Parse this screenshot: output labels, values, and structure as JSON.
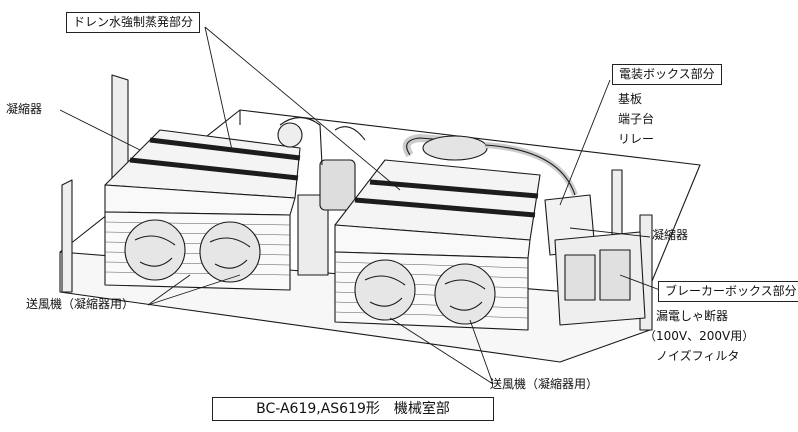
{
  "labels": {
    "drain_evap": "ドレン水強制蒸発部分",
    "condenser_left": "凝縮器",
    "elec_box": "電装ボックス部分",
    "board": "基板",
    "terminal": "端子台",
    "relay": "リレー",
    "condenser_right": "凝縮器",
    "breaker_box": "ブレーカーボックス部分",
    "leak_breaker": "漏電しゃ断器",
    "voltage": "（100V、200V用）",
    "noise_filter": "ノイズフィルタ",
    "fan_left": "送風機（凝縮器用）",
    "fan_bottom": "送風機（凝縮器用）"
  },
  "caption": "BC-A619,AS619形　機械室部",
  "colors": {
    "line": "#1a1a1a",
    "panel": "#f4f4f4",
    "grille": "#1c1c1c",
    "fan": "#e6e6e6"
  }
}
